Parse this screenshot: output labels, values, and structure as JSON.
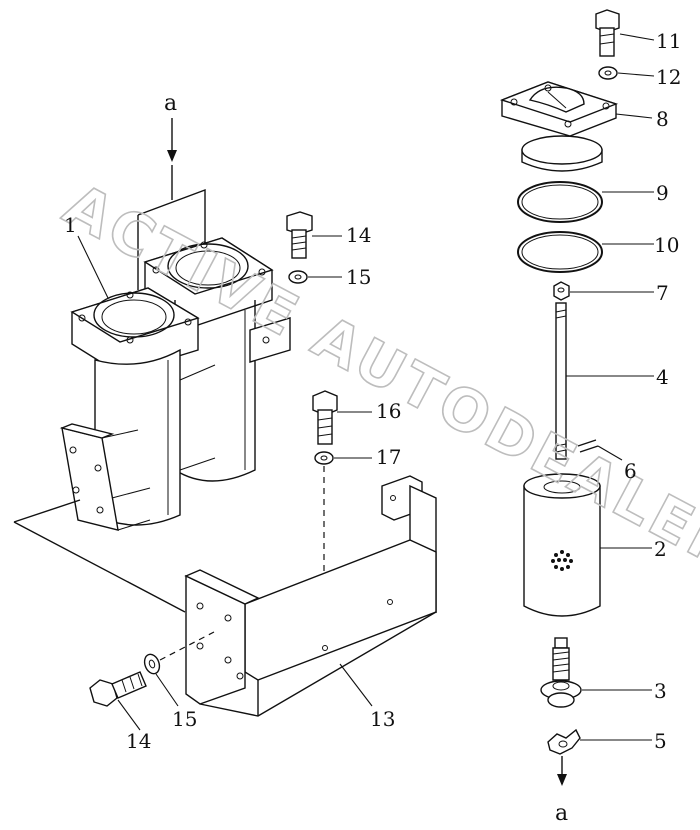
{
  "watermark": "ACTIVE AUTODEALER.RU",
  "ref_label_top": "a",
  "ref_label_bottom": "a",
  "callouts": [
    {
      "id": "1",
      "label": "1"
    },
    {
      "id": "14a",
      "label": "14"
    },
    {
      "id": "15a",
      "label": "15"
    },
    {
      "id": "16",
      "label": "16"
    },
    {
      "id": "17",
      "label": "17"
    },
    {
      "id": "13",
      "label": "13"
    },
    {
      "id": "14b",
      "label": "14"
    },
    {
      "id": "15b",
      "label": "15"
    },
    {
      "id": "11",
      "label": "11"
    },
    {
      "id": "12",
      "label": "12"
    },
    {
      "id": "8",
      "label": "8"
    },
    {
      "id": "9",
      "label": "9"
    },
    {
      "id": "10",
      "label": "10"
    },
    {
      "id": "7",
      "label": "7"
    },
    {
      "id": "4",
      "label": "4"
    },
    {
      "id": "6",
      "label": "6"
    },
    {
      "id": "2",
      "label": "2"
    },
    {
      "id": "3",
      "label": "3"
    },
    {
      "id": "5",
      "label": "5"
    }
  ]
}
